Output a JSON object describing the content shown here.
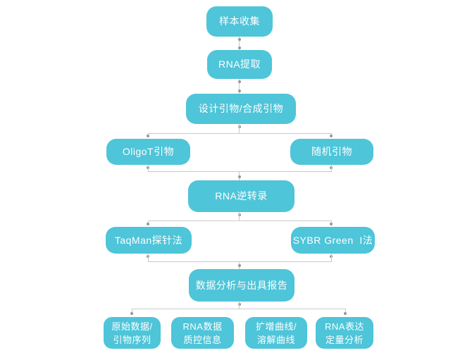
{
  "colors": {
    "background": "#ffffff",
    "node_fill": "#4ec5d9",
    "node_text": "#ffffff",
    "line": "#c9c9c9",
    "dot": "#979797"
  },
  "flowchart": {
    "nodes": {
      "sample_collection": "样本收集",
      "rna_extraction": "RNA提取",
      "primer_design": "设计引物/合成引物",
      "oligot_primer": "OligoT引物",
      "random_primer": "随机引物",
      "rna_reverse_transcription": "RNA逆转录",
      "taqman_method": "TaqMan探针法",
      "sybr_method": "SYBR Green  I法",
      "analysis_report": "数据分析与出具报告",
      "raw_data_line1": "原始数据/",
      "raw_data_line2": "引物序列",
      "rna_qc_line1": "RNA数据",
      "rna_qc_line2": "质控信息",
      "amp_curve_line1": "扩增曲线/",
      "amp_curve_line2": "溶解曲线",
      "rna_quant_line1": "RNA表达",
      "rna_quant_line2": "定量分析"
    }
  }
}
